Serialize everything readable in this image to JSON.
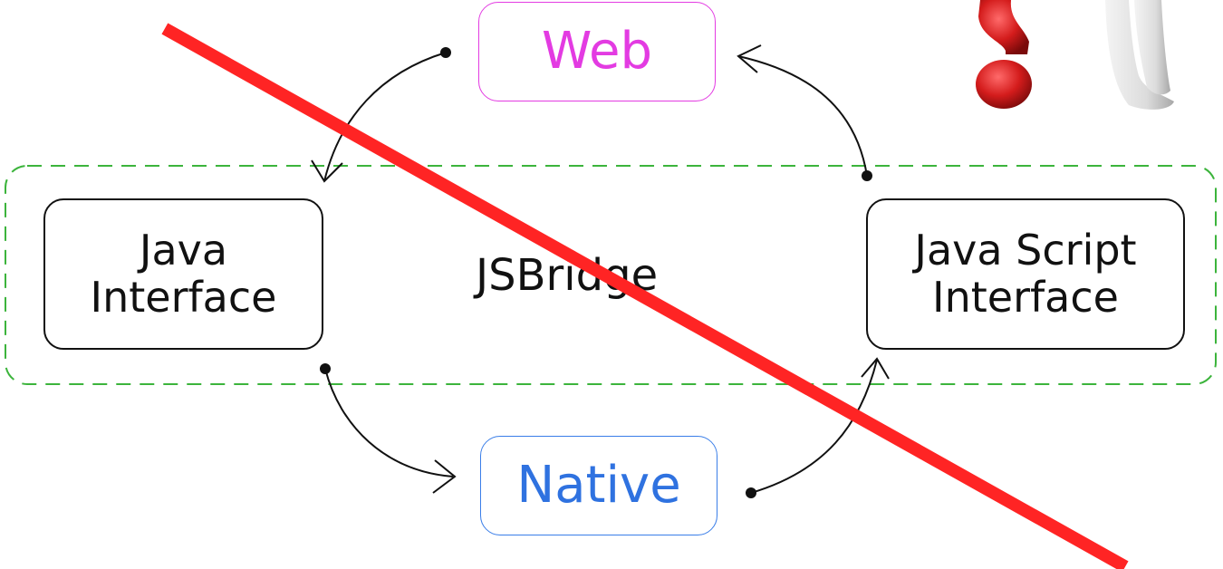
{
  "diagram": {
    "web_label": "Web",
    "native_label": "Native",
    "java_interface": {
      "line1": "Java",
      "line2": "Interface"
    },
    "javascript_interface": {
      "line1": "Java Script",
      "line2": "Interface"
    },
    "bridge_label": "JSBridge"
  },
  "colors": {
    "web": "#e33be2",
    "native": "#2f72e0",
    "bridge_border": "#3cb43c",
    "cross_out": "#ff2424",
    "question_mark": "#c61616"
  },
  "icons": {
    "decoration": "question-mark-figure-icon",
    "overlay": "cross-out-line"
  }
}
